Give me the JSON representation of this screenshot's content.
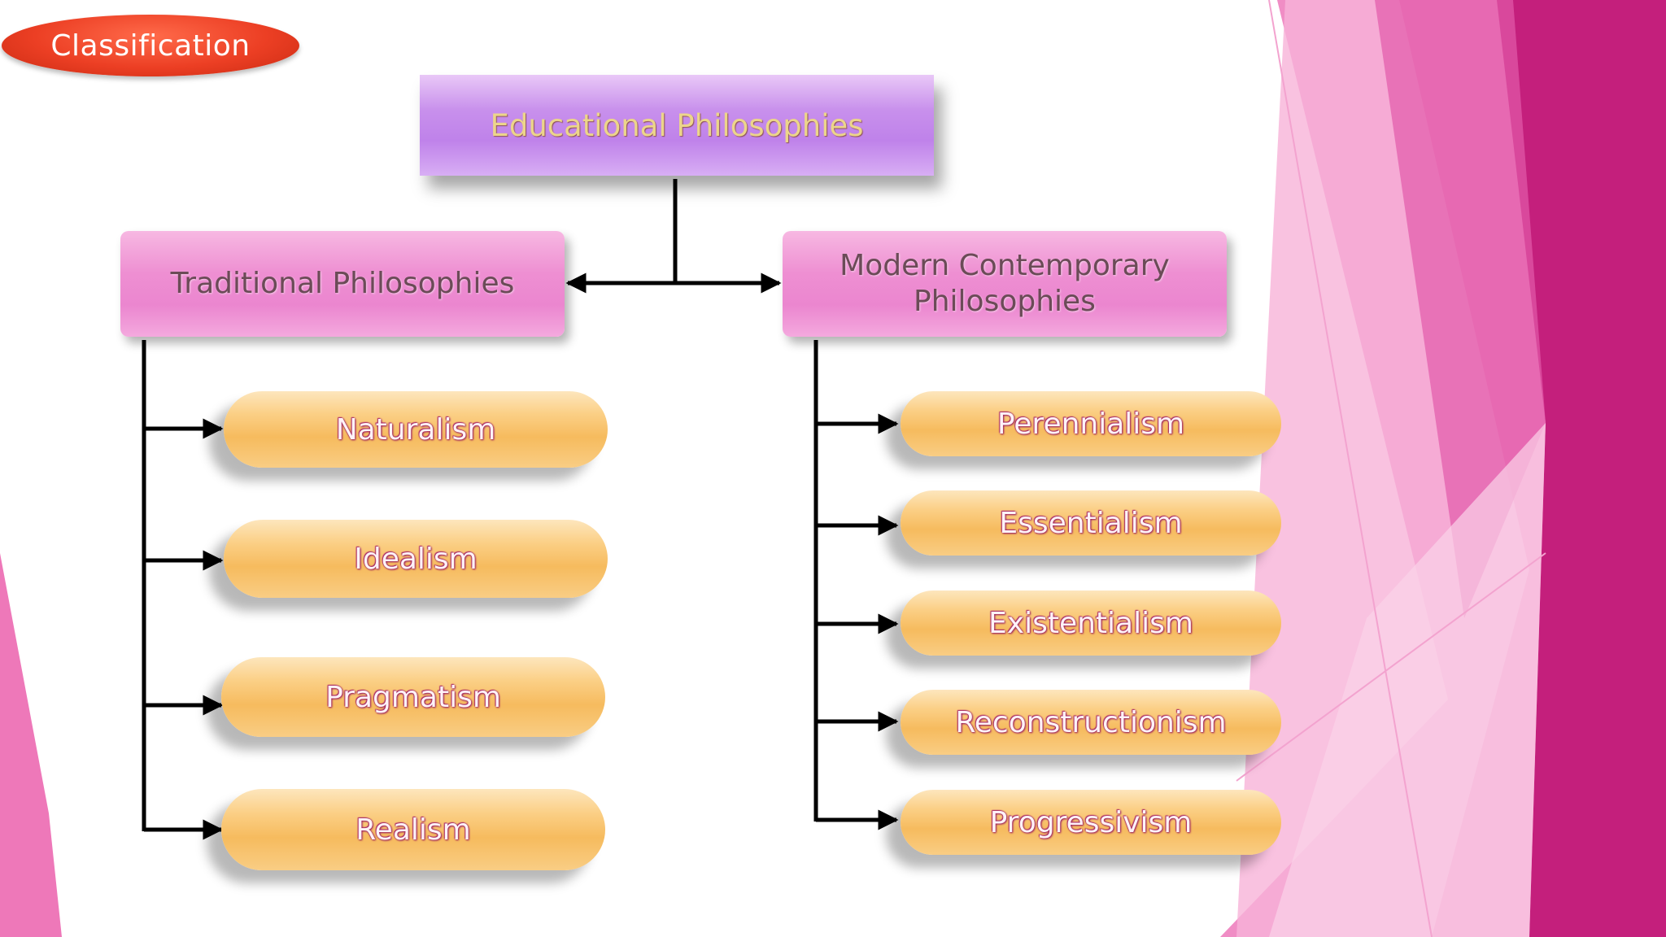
{
  "header": {
    "badge_label": "Classification"
  },
  "diagram": {
    "root": "Educational Philosophies",
    "branches": [
      {
        "label": "Traditional Philosophies",
        "children": [
          "Naturalism",
          "Idealism",
          "Pragmatism",
          "Realism"
        ]
      },
      {
        "label": "Modern Contemporary Philosophies",
        "children": [
          "Perennialism",
          "Essentialism",
          "Existentialism",
          "Reconstructionism",
          "Progressivism"
        ]
      }
    ]
  },
  "colors": {
    "badge": "#e8462a",
    "root_box": "#c98df0",
    "branch_box": "#ee8fd2",
    "pill": "#f8c56c",
    "connector": "#000000",
    "accent_magenta": "#c41f7c",
    "accent_pink": "#ee78b9"
  }
}
